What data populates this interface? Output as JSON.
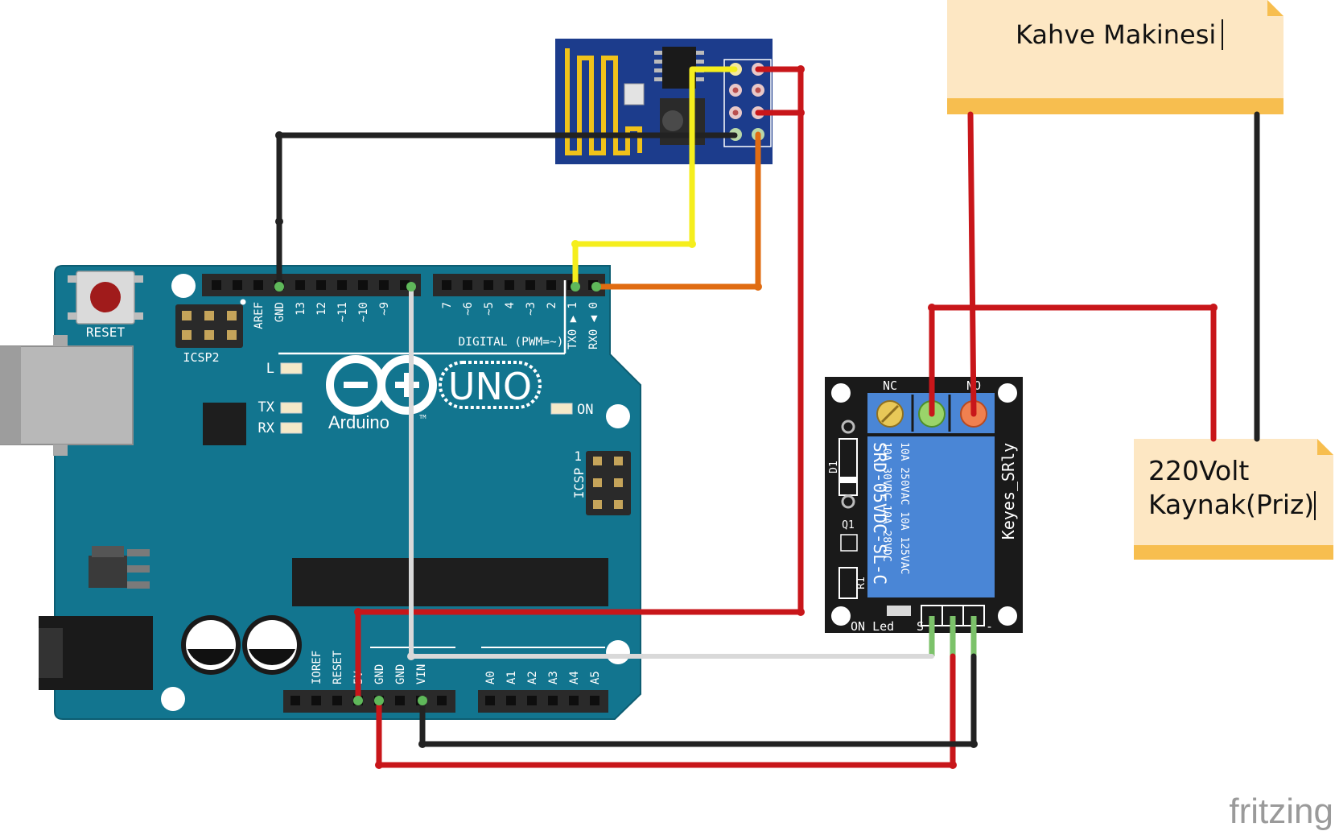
{
  "notes": {
    "coffee_machine": "Kahve Makinesi",
    "outlet_line1": "220Volt",
    "outlet_line2": "Kaynak(Priz)"
  },
  "arduino": {
    "reset": "RESET",
    "icsp2": "ICSP2",
    "icsp": "ICSP",
    "icsp_pin": "1",
    "top_pins": [
      "AREF",
      "GND",
      "13",
      "12",
      "~11",
      "~10",
      "~9"
    ],
    "digital_pins": [
      "7",
      "~6",
      "~5",
      "4",
      "~3",
      "2",
      "TX0 ▶ 1",
      "RX0 ◀ 0"
    ],
    "digital": "DIGITAL (PWM=~)",
    "led_l": "L",
    "led_tx": "TX",
    "led_rx": "RX",
    "led_on": "ON",
    "uno": "UNO",
    "brand": "Arduino",
    "tm": "TM",
    "power_pins": [
      "IOREF",
      "RESET",
      "5V",
      "GND",
      "GND",
      "VIN"
    ],
    "analog_pins": [
      "A0",
      "A1",
      "A2",
      "A3",
      "A4",
      "A5"
    ]
  },
  "relay": {
    "nc": "NC",
    "no": "NO",
    "spec_line1": "10A 250VAC  10A 125VAC",
    "spec_line2": "10A 30VDC  10A 28VDC",
    "model": "SRD-05VDC-SL-C",
    "name": "Keyes_SRly",
    "d1": "D1",
    "q1": "Q1",
    "r1": "R1",
    "on_led": "ON_Led",
    "s": "S",
    "minus": "-"
  },
  "fritzing": "fritzing",
  "colors": {
    "board": "#12758F",
    "esp_board": "#1C3C8C",
    "relay_body": "#4A86D6",
    "note_bg": "#FDE7C3",
    "note_bar": "#F7BE4F",
    "wire_red": "#C8161A",
    "wire_black": "#222222",
    "wire_yellow": "#F5EE1D",
    "wire_orange": "#E06C12",
    "wire_white": "#D9D9D9"
  }
}
